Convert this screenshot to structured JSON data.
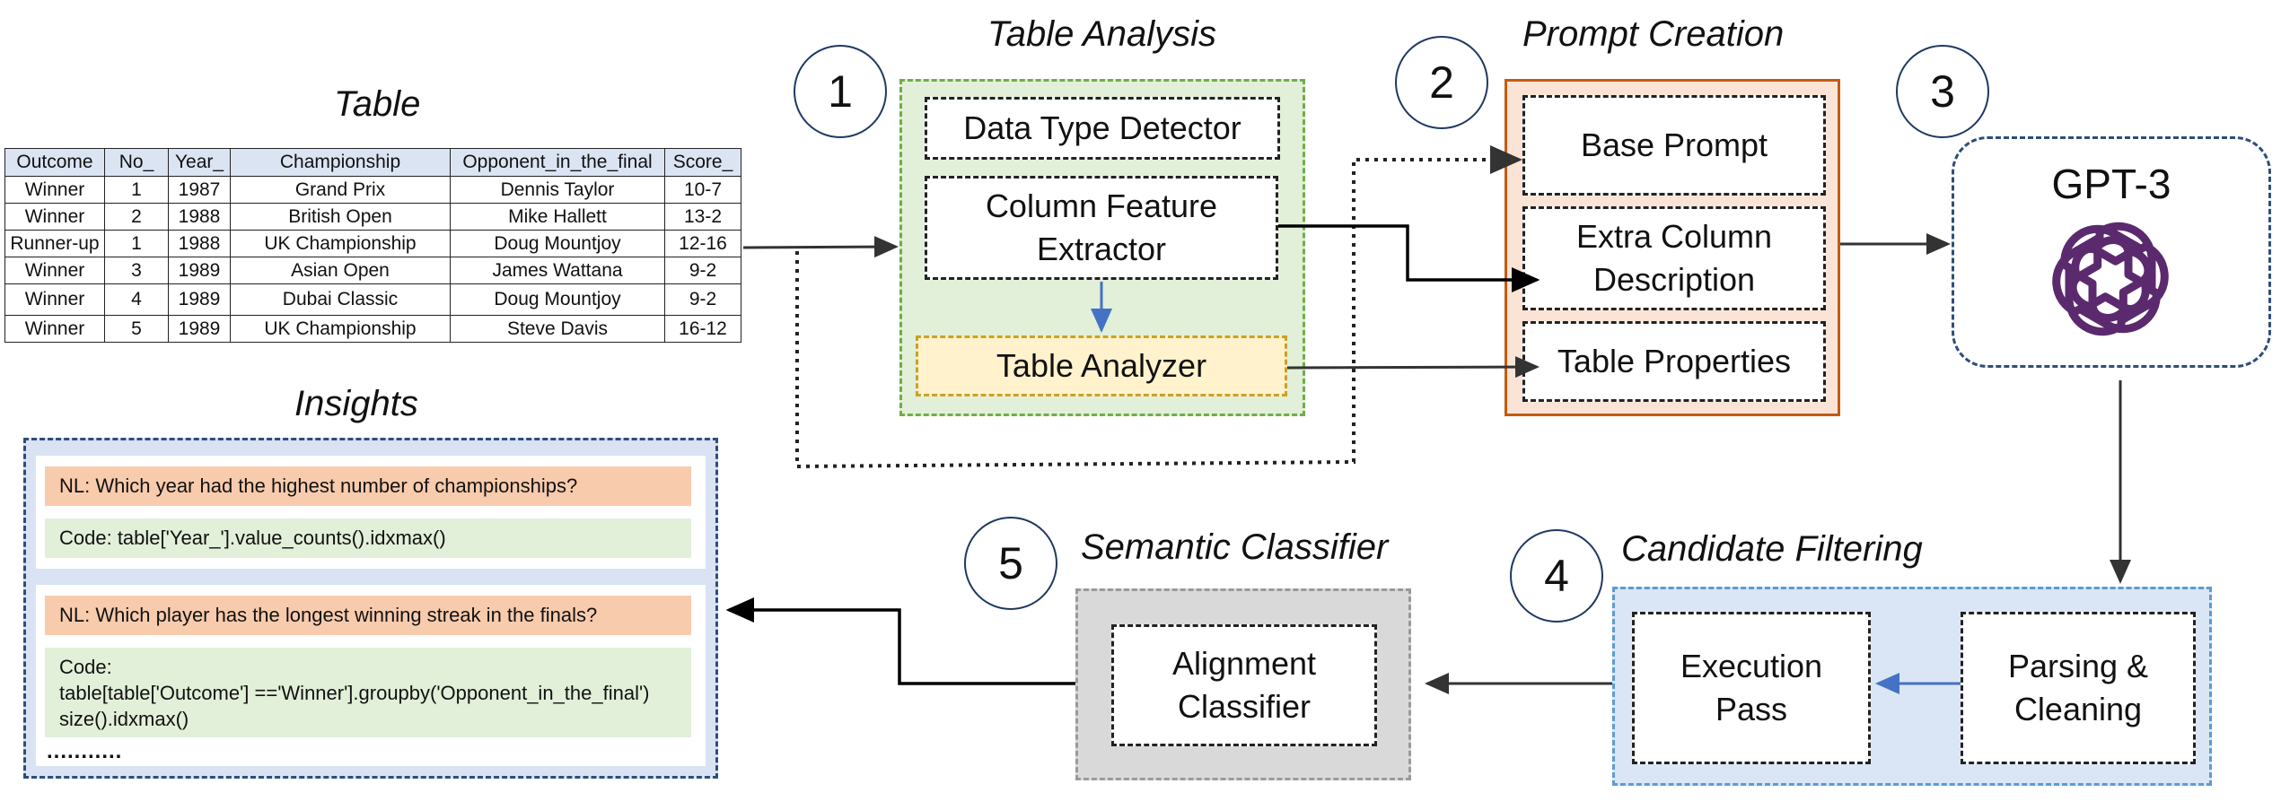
{
  "titles": {
    "table": "Table",
    "insights": "Insights",
    "table_analysis": "Table Analysis",
    "prompt_creation": "Prompt Creation",
    "semantic_classifier": "Semantic Classifier",
    "candidate_filtering": "Candidate Filtering"
  },
  "steps": [
    "1",
    "2",
    "3",
    "4",
    "5"
  ],
  "table": {
    "headers": [
      "Outcome",
      "No_",
      "Year_",
      "Championship",
      "Opponent_in_the_final",
      "Score_"
    ],
    "rows": [
      [
        "Winner",
        "1",
        "1987",
        "Grand Prix",
        "Dennis Taylor",
        "10-7"
      ],
      [
        "Winner",
        "2",
        "1988",
        "British Open",
        "Mike Hallett",
        "13-2"
      ],
      [
        "Runner-up",
        "1",
        "1988",
        "UK Championship",
        "Doug Mountjoy",
        "12-16"
      ],
      [
        "Winner",
        "3",
        "1989",
        "Asian Open",
        "James Wattana",
        "9-2"
      ],
      [
        "Winner",
        "4",
        "1989",
        "Dubai Classic",
        "Doug Mountjoy",
        "9-2"
      ],
      [
        "Winner",
        "5",
        "1989",
        "UK Championship",
        "Steve Davis",
        "16-12"
      ]
    ]
  },
  "analysis": {
    "data_type_detector": "Data Type Detector",
    "column_feature_extractor": "Column Feature Extractor",
    "table_analyzer": "Table Analyzer"
  },
  "prompt": {
    "base_prompt": "Base Prompt",
    "extra_column": "Extra Column Description",
    "table_properties": "Table Properties"
  },
  "gpt": {
    "label": "GPT-3"
  },
  "filtering": {
    "execution": "Execution Pass",
    "parsing": "Parsing & Cleaning"
  },
  "classifier": {
    "alignment": "Alignment Classifier"
  },
  "insights": {
    "nl1": "NL: Which year had the highest number of championships?",
    "code1": "Code: table['Year_'].value_counts().idxmax()",
    "nl2": "NL: Which player has the longest winning streak in the finals?",
    "code2_line1": "Code:",
    "code2_line2": "table[table['Outcome'] =='Winner'].groupby('Opponent_in_the_final')",
    "code2_line3": "size().idxmax()",
    "ellipsis": "..........."
  },
  "colors": {
    "analysis_fill": "#e2efd9",
    "analysis_border": "#70ad47",
    "prompt_fill": "#fbe4d5",
    "prompt_border": "#c55a11",
    "filter_fill": "#dae6f5",
    "filter_border": "#5b9bd5",
    "classifier_fill": "#d9d9d9",
    "insights_fill": "#dae3f3",
    "nl_fill": "#f8cbad",
    "code_fill": "#e2efd9",
    "analyzer_fill": "#fff2cc",
    "gpt_logo": "#5b2a6e",
    "blue_arrow": "#4472c4"
  }
}
